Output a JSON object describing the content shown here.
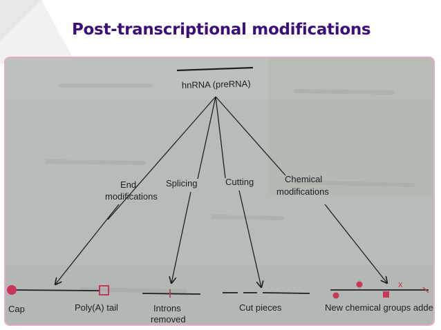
{
  "slide": {
    "title": "Post-transcriptional modifications"
  },
  "diagram": {
    "root": "hnRNA (preRNA)",
    "branches": [
      {
        "label_lines": [
          "End",
          "modifications"
        ]
      },
      {
        "label_lines": [
          "Splicing"
        ]
      },
      {
        "label_lines": [
          "Cutting"
        ]
      },
      {
        "label_lines": [
          "Chemical",
          "modifications"
        ]
      }
    ],
    "bottom_labels": {
      "cap": "Cap",
      "poly_a": "Poly(A) tail",
      "introns_line1": "Introns",
      "introns_line2": "removed",
      "cut_pieces": "Cut pieces",
      "new_groups": "New chemical groups added"
    },
    "symbols": {
      "x_mark": "x"
    }
  },
  "colors": {
    "title": "#3a0f78",
    "frame_border": "#e9aac8",
    "marker": "#c8365a",
    "ink": "#1e1e22",
    "paper": "#b7bbb7"
  }
}
